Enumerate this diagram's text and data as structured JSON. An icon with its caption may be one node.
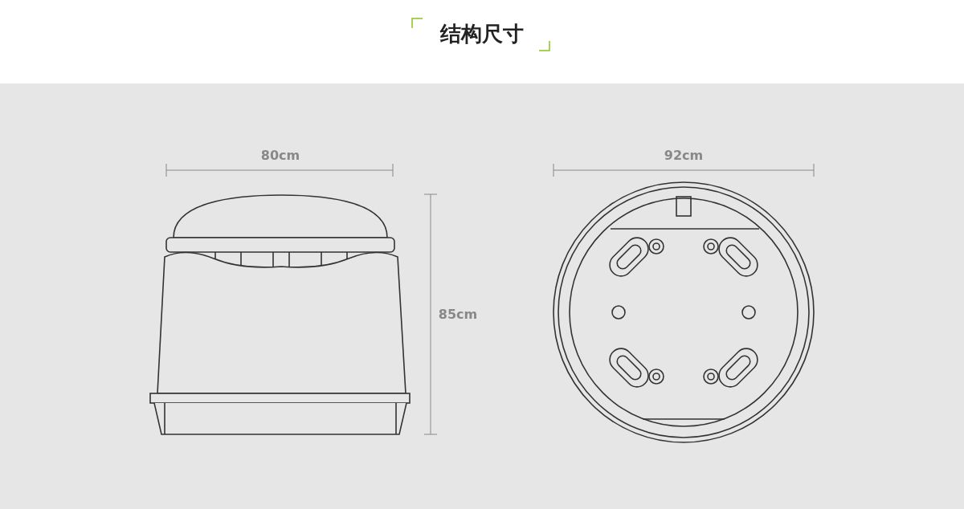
{
  "diagram": {
    "title": "结构尺寸",
    "labels": [
      "80cm",
      "92cm",
      "85cm"
    ]
  }
}
